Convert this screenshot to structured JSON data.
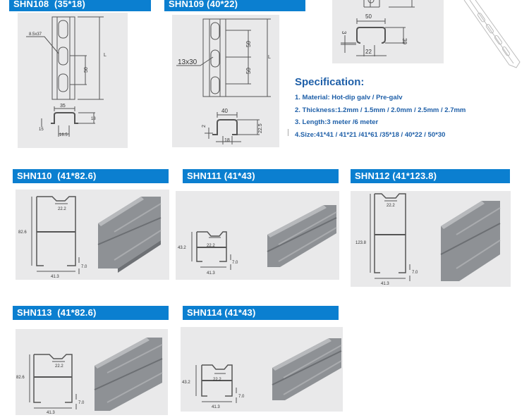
{
  "brand_color": "#0b7fd0",
  "spec_color": "#1e5fa8",
  "panel_bg": "#e9e9ea",
  "products": [
    {
      "id": "shn108",
      "title": "SHN108  (35*18)",
      "dims": {
        "hole": "8.5x37",
        "pitch": "50",
        "length": "L",
        "width": "35",
        "height": "18",
        "lip": "15",
        "opening": "16.5"
      }
    },
    {
      "id": "shn109",
      "title": "SHN109 (40*22)",
      "dims": {
        "hole": "13x30",
        "pitch1": "50",
        "pitch2": "50",
        "length": "L",
        "width": "40",
        "height": "22.5",
        "thick": "2",
        "opening": "18"
      }
    },
    {
      "id": "shn_50x30",
      "title": "",
      "dims": {
        "width": "50",
        "height": "30",
        "thick": "3",
        "opening": "22"
      }
    },
    {
      "id": "shn110",
      "title": "SHN110  (41*82.6)",
      "dims": {
        "height": "82.6",
        "opening": "22.2",
        "width": "41.3",
        "lip": "7.0"
      }
    },
    {
      "id": "shn111",
      "title": "SHN111 (41*43)",
      "dims": {
        "height": "43.2",
        "opening": "22.2",
        "width": "41.3",
        "lip": "7.0"
      }
    },
    {
      "id": "shn112",
      "title": "SHN112 (41*123.8)",
      "dims": {
        "height": "123.8",
        "opening": "22.2",
        "width": "41.3",
        "lip": "7.0"
      }
    },
    {
      "id": "shn113",
      "title": "SHN113  (41*82.6)",
      "dims": {
        "height": "82.6",
        "opening": "22.2",
        "width": "41.3",
        "lip": "7.0"
      }
    },
    {
      "id": "shn114",
      "title": "SHN114 (41*43)",
      "dims": {
        "height": "43.2",
        "opening": "22.2",
        "width": "41.3",
        "lip": "7.0"
      }
    }
  ],
  "specification": {
    "title": "Specification:",
    "items": [
      "1. Material: Hot-dip galv / Pre-galv",
      "2. Thickness:1.2mm / 1.5mm / 2.0mm / 2.5mm / 2.7mm",
      "3. Length:3 meter /6 meter",
      "4.Size:41*41 / 41*21 /41*61 /35*18 / 40*22 / 50*30"
    ]
  }
}
